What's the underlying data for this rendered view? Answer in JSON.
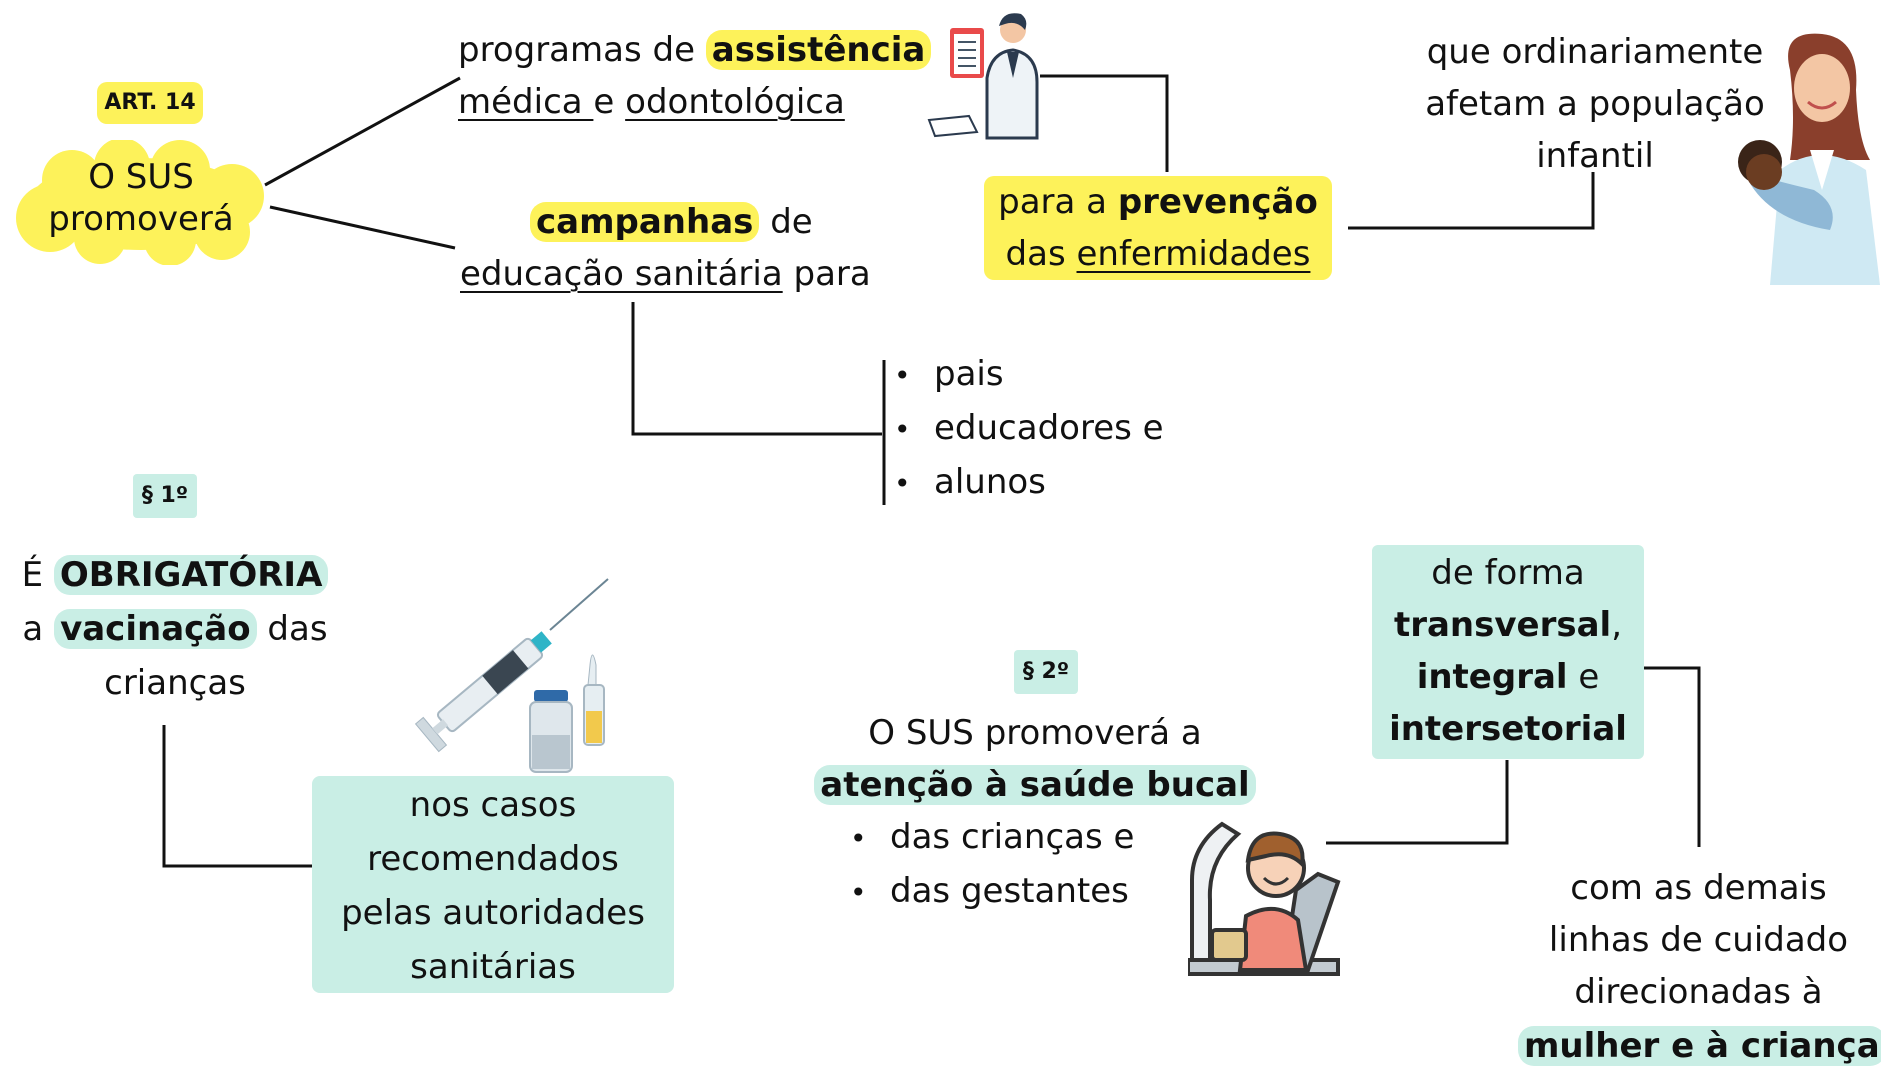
{
  "colors": {
    "yellow": "#fdf25a",
    "mint": "#c9eee5",
    "line": "#111111"
  },
  "art": {
    "badge": "ART. 14",
    "cloud_line1": "O SUS",
    "cloud_line2": "promoverá"
  },
  "branch1": {
    "p1": "programas de ",
    "p1_highlight": "assistência",
    "p2_a": "médica ",
    "p2_b": "e ",
    "p2_c": "odontológica "
  },
  "branch2": {
    "highlight": "campanhas",
    "rest1": " de",
    "underline": "educação sanitária",
    "rest2": " para"
  },
  "prevention": {
    "a": "para a ",
    "b": "prevenção",
    "c": "das ",
    "d": "enfermidades"
  },
  "top_right": {
    "l1": "que ordinariamente",
    "l2": "afetam a população",
    "l3": "infantil"
  },
  "audience": {
    "items": [
      "pais",
      "educadores e",
      "alunos"
    ]
  },
  "par1": {
    "badge": "§ 1º",
    "l1a": "É ",
    "l1b": "OBRIGATÓRIA",
    "l2a": "a ",
    "l2b": "vacinação",
    "l2c": " das",
    "l3": "crianças",
    "box_l1": "nos casos",
    "box_l2": "recomendados",
    "box_l3": "pelas autoridades",
    "box_l4": "sanitárias"
  },
  "par2": {
    "badge": "§ 2º",
    "l1": "O SUS promoverá a",
    "l2": "atenção à saúde bucal",
    "items": [
      "das crianças e",
      "das gestantes"
    ]
  },
  "form_box": {
    "l1": "de forma",
    "l2a": "transversal",
    "l2b": ",",
    "l3a": "integral",
    "l3b": " e",
    "l4": "intersetorial"
  },
  "bottom_right": {
    "l1": "com as demais",
    "l2": "linhas de cuidado",
    "l3": "direcionadas à",
    "l4": "mulher e à criança"
  },
  "icons": [
    "doctor-clipboard-icon",
    "nurse-baby-icon",
    "syringe-vaccine-icon",
    "dental-patient-icon"
  ]
}
